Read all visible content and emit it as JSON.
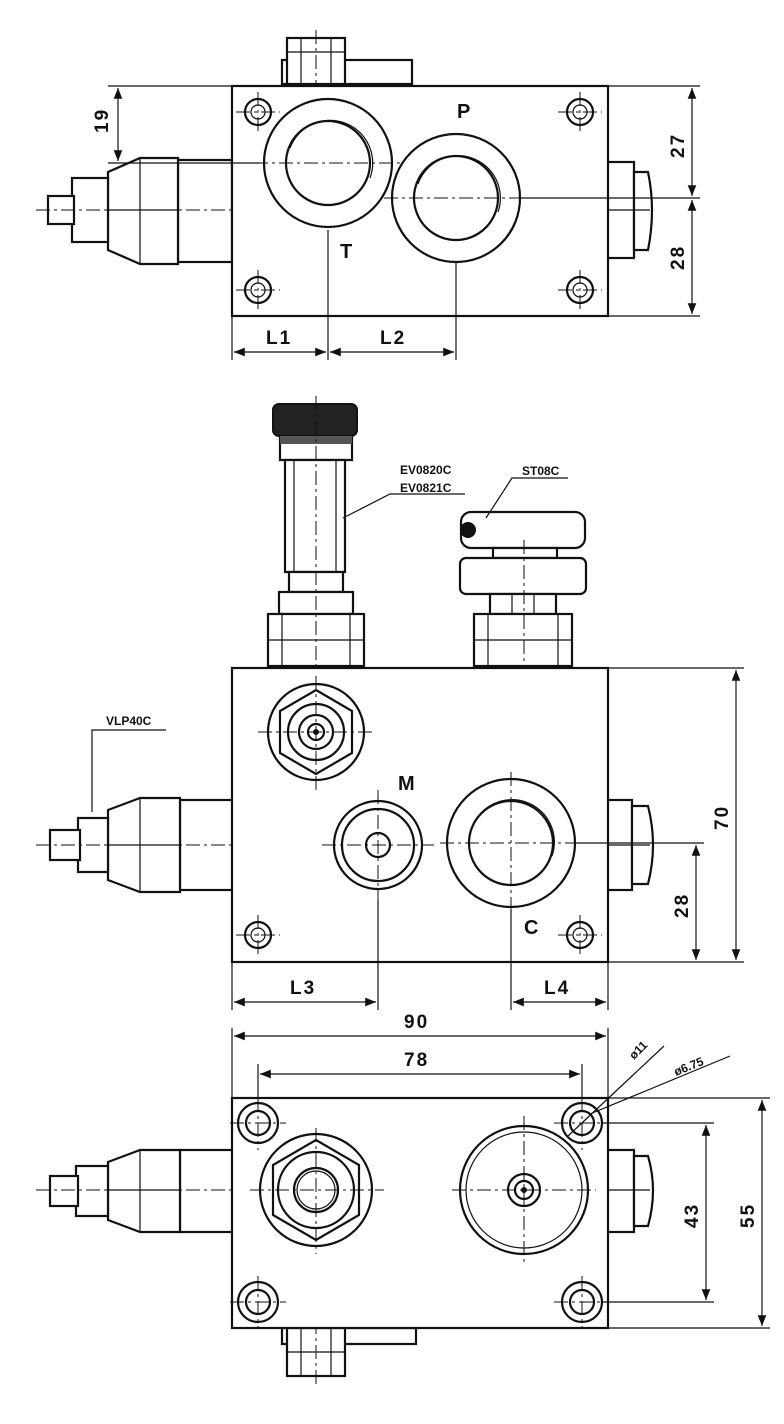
{
  "ports": {
    "p": "P",
    "t": "T",
    "m": "M",
    "c": "C"
  },
  "dimensions": {
    "d19": "19",
    "d27": "27",
    "d28_top": "28",
    "l1": "L1",
    "l2": "L2",
    "d70": "70",
    "d28_front": "28",
    "l3": "L3",
    "l4": "L4",
    "d90": "90",
    "d78": "78",
    "d43": "43",
    "d55": "55",
    "dia11": "ø11",
    "dia675": "ø6.75"
  },
  "parts": {
    "solenoid_1": "EV0820C",
    "solenoid_2": "EV0821C",
    "restrictor": "ST08C",
    "relief": "VLP40C"
  }
}
